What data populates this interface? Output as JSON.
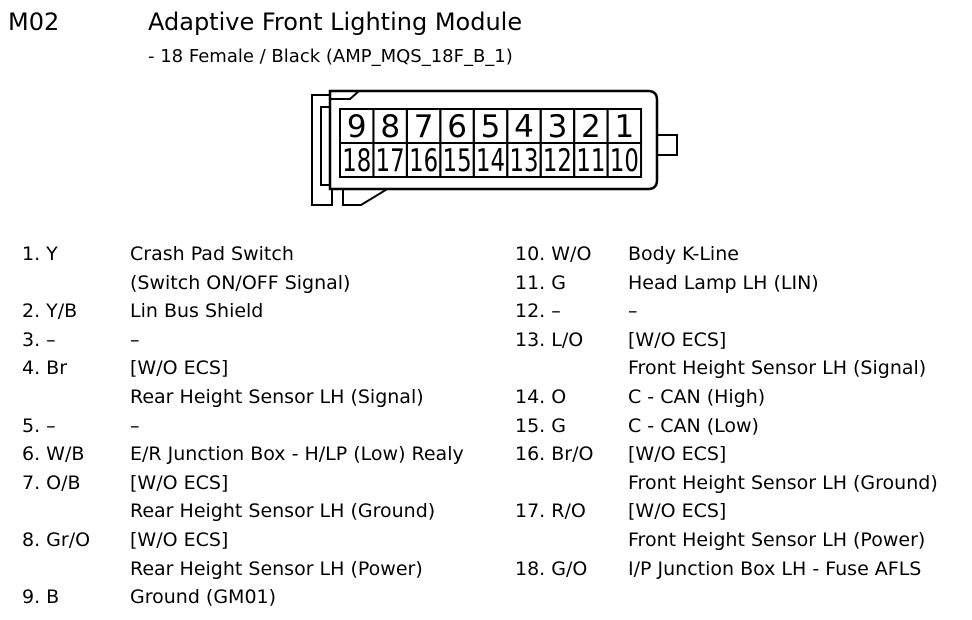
{
  "header": {
    "connector_id": "M02",
    "title": "Adaptive Front Lighting Module",
    "subtitle": "- 18 Female / Black (AMP_MQS_18F_B_1)"
  },
  "connector": {
    "rows": [
      [
        "9",
        "8",
        "7",
        "6",
        "5",
        "4",
        "3",
        "2",
        "1"
      ],
      [
        "18",
        "17",
        "16",
        "15",
        "14",
        "13",
        "12",
        "11",
        "10"
      ]
    ]
  },
  "pins_left": [
    {
      "pin": "1. Y",
      "desc": [
        "Crash Pad Switch",
        "(Switch ON/OFF Signal)"
      ]
    },
    {
      "pin": "2. Y/B",
      "desc": [
        "Lin Bus Shield"
      ]
    },
    {
      "pin": "3. –",
      "desc": [
        "–"
      ]
    },
    {
      "pin": "4. Br",
      "desc": [
        "[W/O ECS]",
        "Rear Height Sensor LH (Signal)"
      ]
    },
    {
      "pin": "5. –",
      "desc": [
        "–"
      ]
    },
    {
      "pin": "6. W/B",
      "desc": [
        "E/R Junction Box - H/LP (Low) Realy"
      ]
    },
    {
      "pin": "7. O/B",
      "desc": [
        "[W/O ECS]",
        "Rear Height Sensor LH (Ground)"
      ]
    },
    {
      "pin": "8. Gr/O",
      "desc": [
        "[W/O ECS]",
        "Rear Height Sensor LH (Power)"
      ]
    },
    {
      "pin": "9. B",
      "desc": [
        "Ground (GM01)"
      ]
    }
  ],
  "pins_right": [
    {
      "pin": "10. W/O",
      "desc": [
        "Body K-Line"
      ]
    },
    {
      "pin": "11. G",
      "desc": [
        "Head Lamp LH (LIN)"
      ]
    },
    {
      "pin": "12. –",
      "desc": [
        "–"
      ]
    },
    {
      "pin": "13. L/O",
      "desc": [
        "[W/O ECS]",
        "Front Height Sensor LH (Signal)"
      ]
    },
    {
      "pin": "14. O",
      "desc": [
        "C - CAN (High)"
      ]
    },
    {
      "pin": "15. G",
      "desc": [
        "C - CAN (Low)"
      ]
    },
    {
      "pin": "16. Br/O",
      "desc": [
        "[W/O ECS]",
        "Front Height Sensor LH (Ground)"
      ]
    },
    {
      "pin": "17. R/O",
      "desc": [
        "[W/O ECS]",
        "Front Height Sensor LH (Power)"
      ]
    },
    {
      "pin": "18. G/O",
      "desc": [
        "I/P Junction Box LH - Fuse AFLS"
      ]
    }
  ],
  "colors": {
    "background": "#ffffff",
    "text": "#000000",
    "line": "#000000"
  }
}
